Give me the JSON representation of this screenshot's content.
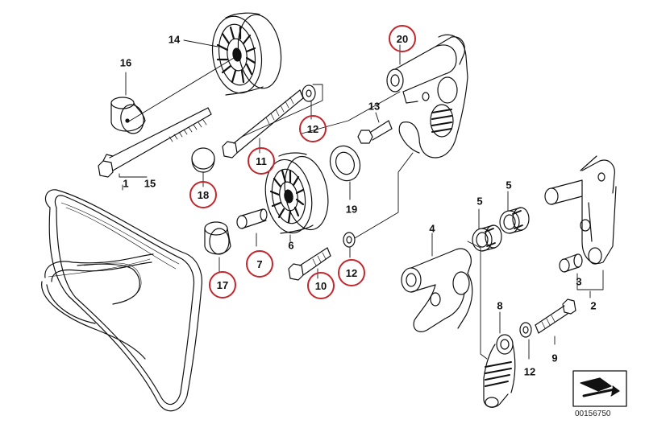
{
  "labels": {
    "p1": "1",
    "p2": "2",
    "p3": "3",
    "p4": "4",
    "p5a": "5",
    "p5b": "5",
    "p6": "6",
    "p7": "7",
    "p8": "8",
    "p9": "9",
    "p10": "10",
    "p11": "11",
    "p12a": "12",
    "p12b": "12",
    "p12c": "12",
    "p13": "13",
    "p14": "14",
    "p15": "15",
    "p16": "16",
    "p17": "17",
    "p18": "18",
    "p19": "19",
    "p20": "20"
  },
  "diagram_code": "00156750",
  "colors": {
    "highlight_circle": "#c1272d",
    "line": "#111111"
  }
}
